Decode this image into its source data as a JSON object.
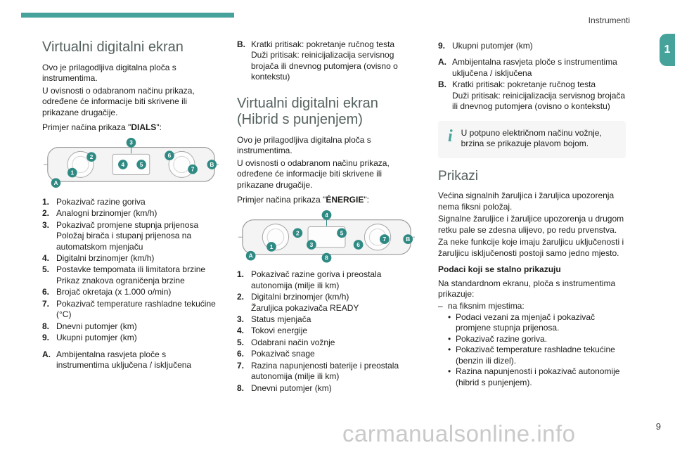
{
  "header": {
    "section": "Instrumenti",
    "chapter": "1"
  },
  "footer": {
    "page_number": "9",
    "watermark": "carmanualsonline.info"
  },
  "col1": {
    "heading": "Virtualni digitalni ekran",
    "intro1": "Ovo je prilagodljiva digitalna ploča s instrumentima.",
    "intro2": "U ovisnosti o odabranom načinu prikaza, određene će informacije biti skrivene ili prikazane drugačije.",
    "example_prefix": "Primjer načina prikaza \"",
    "example_mode": "DIALS",
    "example_suffix": "\":",
    "fig": [
      "3",
      "1",
      "2",
      "4",
      "5",
      "6",
      "7",
      "B",
      "A"
    ],
    "items": [
      {
        "n": "1.",
        "t": "Pokazivač razine goriva"
      },
      {
        "n": "2.",
        "t": "Analogni brzinomjer (km/h)"
      },
      {
        "n": "3.",
        "t": "Pokazivač promjene stupnja prijenosa\nPoložaj birača i stupanj prijenosa na automatskom mjenjaču"
      },
      {
        "n": "4.",
        "t": "Digitalni brzinomjer (km/h)"
      },
      {
        "n": "5.",
        "t": "Postavke tempomata ili limitatora brzine\nPrikaz znakova ograničenja brzine"
      },
      {
        "n": "6.",
        "t": "Brojač okretaja (x 1.000 o/min)"
      },
      {
        "n": "7.",
        "t": "Pokazivač temperature rashladne tekućine (°C)"
      },
      {
        "n": "8.",
        "t": "Dnevni putomjer (km)"
      },
      {
        "n": "9.",
        "t": "Ukupni putomjer (km)"
      },
      {
        "n": "A.",
        "t": "Ambijentalna rasvjeta ploče s instrumentima uključena / isključena"
      }
    ]
  },
  "col2": {
    "itemB": {
      "n": "B.",
      "t": "Kratki pritisak: pokretanje ručnog testa\nDuži pritisak: reinicijalizacija servisnog brojača ili dnevnog putomjera (ovisno o kontekstu)"
    },
    "heading": "Virtualni digitalni ekran (Hibrid s punjenjem)",
    "intro1": "Ovo je prilagodljiva digitalna ploča s instrumentima.",
    "intro2": "U ovisnosti o odabranom načinu prikaza, određene će informacije biti skrivene ili prikazane drugačije.",
    "example_prefix": "Primjer načina prikaza \"",
    "example_mode": "ÉNERGIE",
    "example_suffix": "\":",
    "fig": [
      "A",
      "1",
      "2",
      "3",
      "4",
      "5",
      "6",
      "7",
      "8",
      "B"
    ],
    "items": [
      {
        "n": "1.",
        "t": "Pokazivač razine goriva i preostala autonomija (milje ili km)"
      },
      {
        "n": "2.",
        "t": "Digitalni brzinomjer (km/h)\nŽaruljica pokazivača READY"
      },
      {
        "n": "3.",
        "t": "Status mjenjača"
      },
      {
        "n": "4.",
        "t": "Tokovi energije"
      },
      {
        "n": "5.",
        "t": "Odabrani način vožnje"
      },
      {
        "n": "6.",
        "t": "Pokazivač snage"
      },
      {
        "n": "7.",
        "t": "Razina napunjenosti baterije i preostala autonomija (milje ili km)"
      },
      {
        "n": "8.",
        "t": "Dnevni putomjer (km)"
      }
    ]
  },
  "col3": {
    "items": [
      {
        "n": "9.",
        "t": "Ukupni putomjer (km)"
      },
      {
        "n": "A.",
        "t": "Ambijentalna rasvjeta ploče s instrumentima uključena / isključena"
      },
      {
        "n": "B.",
        "t": "Kratki pritisak: pokretanje ručnog testa\nDuži pritisak: reinicijalizacija servisnog brojača ili dnevnog putomjera (ovisno o kontekstu)"
      }
    ],
    "info_icon_glyph": "i",
    "info_text": "U potpuno električnom načinu vožnje, brzina se prikazuje plavom bojom.",
    "heading": "Prikazi",
    "p1": "Većina signalnih žaruljica i žaruljica upozorenja nema fiksni položaj.",
    "p2": "Signalne žaruljice i žaruljice upozorenja u drugom retku pale se zdesna ulijevo, po redu prvenstva.",
    "p3": "Za neke funkcije koje imaju žaruljicu uključenosti i žaruljicu isključenosti postoji samo jedno mjesto.",
    "subhead": "Podaci koji se stalno prikazuju",
    "p4": "Na standardnom ekranu, ploča s instrumentima prikazuje:",
    "dash": "–",
    "dash_item": "na fiksnim mjestima:",
    "bullet": "•",
    "bullets": [
      "Podaci vezani za mjenjač i pokazivač promjene stupnja prijenosa.",
      "Pokazivač razine goriva.",
      "Pokazivač temperature rashladne tekućine (benzin ili dizel).",
      "Razina napunjenosti i pokazivač autonomije (hibrid s punjenjem)."
    ]
  }
}
